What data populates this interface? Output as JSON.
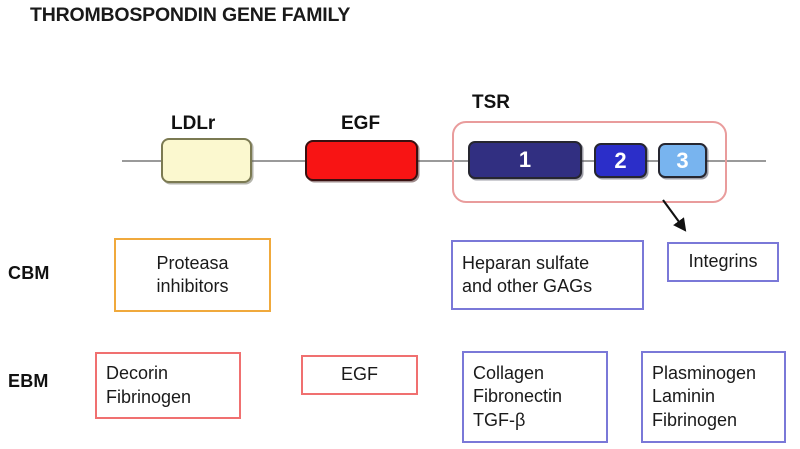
{
  "title": "THROMBOSPONDIN GENE FAMILY",
  "colors": {
    "ldlr_fill": "#fbf8cf",
    "egf_fill": "#f81414",
    "tsr_1_fill": "#312f81",
    "tsr_2_fill": "#2b2ec9",
    "tsr_3_fill": "#78b4ef",
    "tsr_container_border": "#e99c9c",
    "cbm_orange_border": "#f0a93c",
    "purple_border": "#7a78d8",
    "red_border": "#f07070",
    "backbone_line": "#9a9a9a"
  },
  "gene_map": {
    "domains": [
      {
        "id": "ldlr",
        "label": "LDLr"
      },
      {
        "id": "egf",
        "label": "EGF"
      },
      {
        "id": "tsr",
        "label": "TSR"
      }
    ],
    "tsr_repeats": [
      {
        "number": "1"
      },
      {
        "number": "2"
      },
      {
        "number": "3"
      }
    ]
  },
  "rows": [
    {
      "id": "cbm",
      "label": "CBM",
      "boxes": [
        {
          "id": "protease-inhibitors",
          "text": "Proteasa\ninhibitors",
          "border": "orange",
          "align": "center"
        },
        {
          "id": "heparan-sulfate",
          "text": "Heparan sulfate\nand other GAGs",
          "border": "purple",
          "align": "left"
        },
        {
          "id": "integrins",
          "text": "Integrins",
          "border": "purple",
          "align": "center"
        }
      ]
    },
    {
      "id": "ebm",
      "label": "EBM",
      "boxes": [
        {
          "id": "decorin-fibrinogen",
          "text": "Decorin\nFibrinogen",
          "border": "red",
          "align": "left"
        },
        {
          "id": "egf",
          "text": "EGF",
          "border": "red",
          "align": "center"
        },
        {
          "id": "collagen",
          "text": "Collagen\nFibronectin\nTGF-β",
          "border": "purple",
          "align": "left"
        },
        {
          "id": "plasminogen",
          "text": "Plasminogen\nLaminin\nFibrinogen",
          "border": "purple",
          "align": "left"
        }
      ]
    }
  ],
  "annotations": {
    "arrow_from_tsr3_to_integrins": "arrow-down-right"
  }
}
